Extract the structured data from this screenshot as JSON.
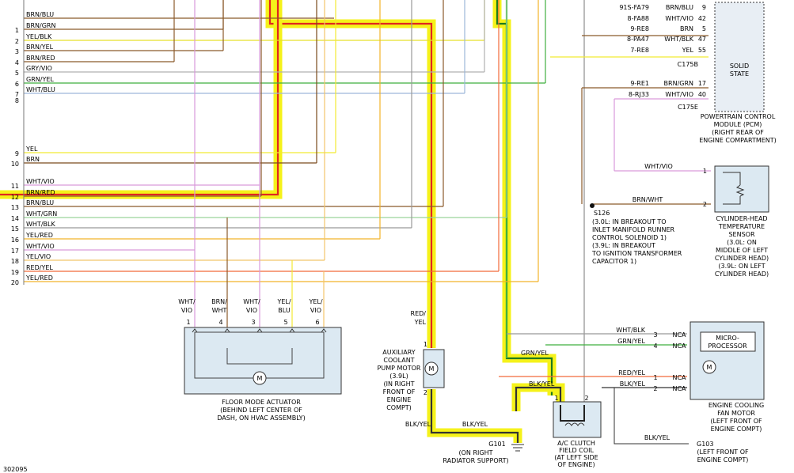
{
  "left_rows": [
    {
      "num": "",
      "label": "BRN/BLU",
      "color": "#8B5A2B"
    },
    {
      "num": "1",
      "label": "BRN/GRN",
      "color": "#8B5A2B"
    },
    {
      "num": "2",
      "label": "YEL/BLK",
      "color": "#E8E02A"
    },
    {
      "num": "3",
      "label": "BRN/YEL",
      "color": "#8B5A2B"
    },
    {
      "num": "4",
      "label": "BRN/RED",
      "color": "#8B5A2B"
    },
    {
      "num": "5",
      "label": "GRY/VIO",
      "color": "#B0B0B0"
    },
    {
      "num": "6",
      "label": "GRN/YEL",
      "color": "#3FAF3F"
    },
    {
      "num": "7",
      "label": "WHT/BLU",
      "color": "#9DB8D9"
    },
    {
      "num": "8",
      "label": "",
      "color": ""
    },
    {
      "num": "9",
      "label": "YEL",
      "color": "#F2E933"
    },
    {
      "num": "10",
      "label": "BRN",
      "color": "#7A4A1C"
    },
    {
      "num": "11",
      "label": "WHT/VIO",
      "color": "#D99ADB"
    },
    {
      "num": "12",
      "label": "BRN/RED",
      "color": "#8B5A2B"
    },
    {
      "num": "13",
      "label": "BRN/BLU",
      "color": "#8B5A2B"
    },
    {
      "num": "14",
      "label": "WHT/GRN",
      "color": "#9BD39B"
    },
    {
      "num": "15",
      "label": "WHT/BLK",
      "color": "#999999"
    },
    {
      "num": "16",
      "label": "YEL/RED",
      "color": "#F2B52A"
    },
    {
      "num": "17",
      "label": "WHT/VIO",
      "color": "#D99ADB"
    },
    {
      "num": "18",
      "label": "YEL/VIO",
      "color": "#F2C56A"
    },
    {
      "num": "19",
      "label": "RED/YEL",
      "color": "#F26A3A"
    },
    {
      "num": "20",
      "label": "YEL/RED",
      "color": "#F2B52A"
    }
  ],
  "pcm_rows": [
    {
      "circuit": "91S-FA79",
      "wire": "BRN/BLU",
      "pin": "9"
    },
    {
      "circuit": "8-FA88",
      "wire": "WHT/VIO",
      "pin": "42"
    },
    {
      "circuit": "9-RE8",
      "wire": "BRN",
      "pin": "5"
    },
    {
      "circuit": "8-PA47",
      "wire": "WHT/BLK",
      "pin": "47"
    },
    {
      "circuit": "7-RE8",
      "wire": "YEL",
      "pin": "55"
    }
  ],
  "pcm_rows2": [
    {
      "circuit": "9-RE1",
      "wire": "BRN/GRN",
      "pin": "17"
    },
    {
      "circuit": "8-RJ33",
      "wire": "WHT/VIO",
      "pin": "40"
    }
  ],
  "connectors": {
    "c175b": "C175B",
    "c175e": "C175E"
  },
  "pcm": {
    "box_label": [
      "SOLID",
      "STATE"
    ],
    "caption": [
      "POWERTRAIN CONTROL",
      "MODULE (PCM)",
      "(RIGHT REAR OF",
      "ENGINE COMPARTMENT)"
    ]
  },
  "cht_sensor": {
    "wire1": "WHT/VIO",
    "pin1": "1",
    "wire2": "BRN/WHT",
    "pin2": "2",
    "caption": [
      "CYLINDER-HEAD",
      "TEMPERATURE",
      "SENSOR",
      "(3.0L: ON",
      "MIDDLE OF LEFT",
      "CYLINDER HEAD)",
      "(3.9L: ON LEFT",
      "CYLINDER HEAD)"
    ]
  },
  "s126": {
    "label": "S126",
    "text": [
      "(3.0L: IN BREAKOUT TO",
      "INLET MANIFOLD RUNNER",
      "CONTROL SOLENOID 1)",
      "(3.9L: IN BREAKOUT",
      "TO IGNITION TRANSFORMER",
      "CAPACITOR 1)"
    ]
  },
  "floor_actuator": {
    "wires": [
      {
        "label": [
          "WHT/",
          "VIO"
        ],
        "pin": "1"
      },
      {
        "label": [
          "BRN/",
          "WHT"
        ],
        "pin": "4"
      },
      {
        "label": [
          "WHT/",
          "VIO"
        ],
        "pin": "3"
      },
      {
        "label": [
          "YEL/",
          "BLU"
        ],
        "pin": "5"
      },
      {
        "label": [
          "YEL/",
          "VIO"
        ],
        "pin": "6"
      }
    ],
    "motor": "M",
    "caption": [
      "FLOOR MODE ACTUATOR",
      "(BEHIND LEFT CENTER OF",
      "DASH, ON HVAC ASSEMBLY)"
    ]
  },
  "aux_pump": {
    "in_wire": [
      "RED/",
      "YEL"
    ],
    "pin1": "1",
    "pin2": "2",
    "motor": "M",
    "caption": [
      "AUXILIARY",
      "COOLANT",
      "PUMP MOTOR",
      "(3.9L)",
      "(IN RIGHT",
      "FRONT OF",
      "ENGINE",
      "COMPT)"
    ],
    "out_wire": "BLK/YEL",
    "out_wire2": "BLK/YEL"
  },
  "g101": {
    "label": "G101",
    "text": [
      "(ON RIGHT",
      "RADIATOR SUPPORT)"
    ]
  },
  "ac_clutch": {
    "wire_grn": "GRN/YEL",
    "wire_blk": "BLK/YEL",
    "pin1": "1",
    "pin2": "2",
    "caption": [
      "A/C CLUTCH",
      "FIELD COIL",
      "(AT LEFT SIDE",
      "OF ENGINE)"
    ]
  },
  "fan_motor": {
    "rows": [
      {
        "wire": "WHT/BLK",
        "pin": "3",
        "nca": "NCA"
      },
      {
        "wire": "GRN/YEL",
        "pin": "4",
        "nca": "NCA"
      },
      {
        "wire": "RED/YEL",
        "pin": "1",
        "nca": "NCA"
      },
      {
        "wire": "BLK/YEL",
        "pin": "2",
        "nca": "NCA"
      }
    ],
    "micro": [
      "MICRO-",
      "PROCESSOR"
    ],
    "motor": "M",
    "caption": [
      "ENGINE COOLING",
      "FAN MOTOR",
      "(LEFT FRONT OF",
      "ENGINE COMPT)"
    ]
  },
  "g103": {
    "wire": "BLK/YEL",
    "label": "G103",
    "text": [
      "(LEFT FRONT OF",
      "ENGINE COMPT)"
    ]
  },
  "page_id": "302095"
}
